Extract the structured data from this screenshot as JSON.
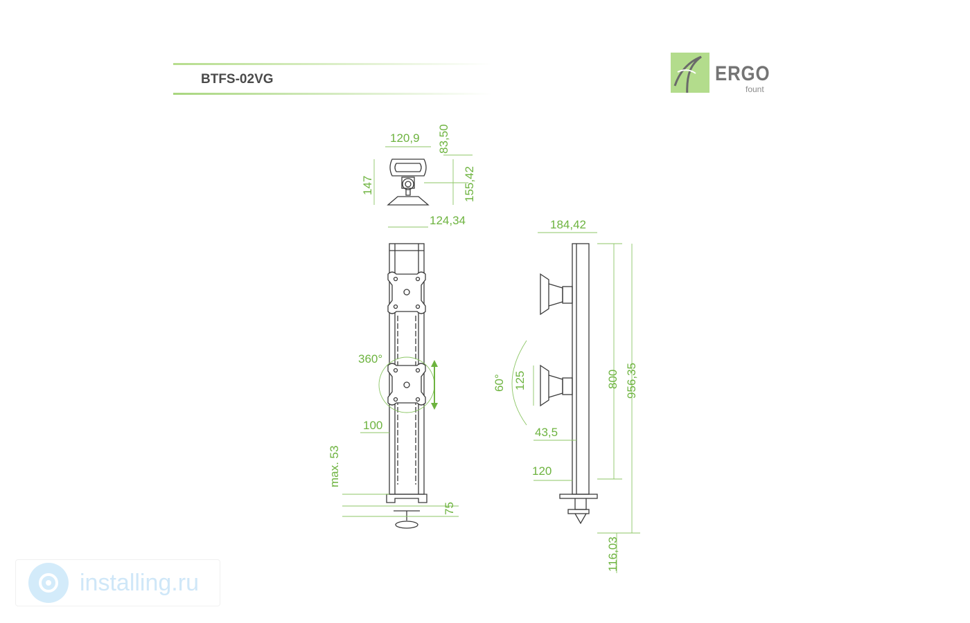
{
  "header": {
    "model": "BTFS-02VG"
  },
  "brand": {
    "name": "ERGO",
    "sub": "fount"
  },
  "watermark": {
    "text": "installing.ru",
    "icon": "gear-icon"
  },
  "dimensions": {
    "top_width": "120,9",
    "top_height": "83,50",
    "head_height": "147",
    "head_height2": "155,42",
    "base_width": "124,34",
    "rotation": "360°",
    "vesa": "100",
    "max_thickness": "max. 53",
    "clamp": "75",
    "side_width": "184,42",
    "tilt": "60°",
    "tilt_vesa": "125",
    "offset": "43,5",
    "pole_height": "800",
    "total_height": "956,35",
    "base_depth": "120",
    "below_desk": "116,03"
  },
  "colors": {
    "dimension": "#6db33f",
    "line": "#3a3a3a",
    "accent": "#b3dc8c"
  }
}
